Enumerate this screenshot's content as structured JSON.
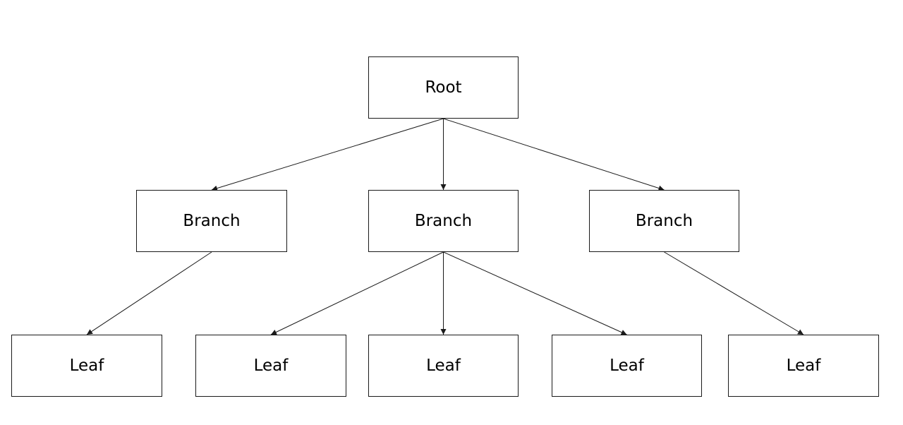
{
  "diagram": {
    "root": {
      "label": "Root"
    },
    "branches": [
      {
        "label": "Branch"
      },
      {
        "label": "Branch"
      },
      {
        "label": "Branch"
      }
    ],
    "leaves": [
      {
        "label": "Leaf"
      },
      {
        "label": "Leaf"
      },
      {
        "label": "Leaf"
      },
      {
        "label": "Leaf"
      },
      {
        "label": "Leaf"
      }
    ],
    "edges": [
      {
        "from": "root",
        "to": "branch-1"
      },
      {
        "from": "root",
        "to": "branch-2"
      },
      {
        "from": "root",
        "to": "branch-3"
      },
      {
        "from": "branch-1",
        "to": "leaf-1"
      },
      {
        "from": "branch-2",
        "to": "leaf-2"
      },
      {
        "from": "branch-2",
        "to": "leaf-3"
      },
      {
        "from": "branch-2",
        "to": "leaf-4"
      },
      {
        "from": "branch-3",
        "to": "leaf-5"
      }
    ],
    "colors": {
      "line": "#1a1a1a",
      "node_border": "#1a1a1a",
      "background": "#ffffff"
    }
  }
}
